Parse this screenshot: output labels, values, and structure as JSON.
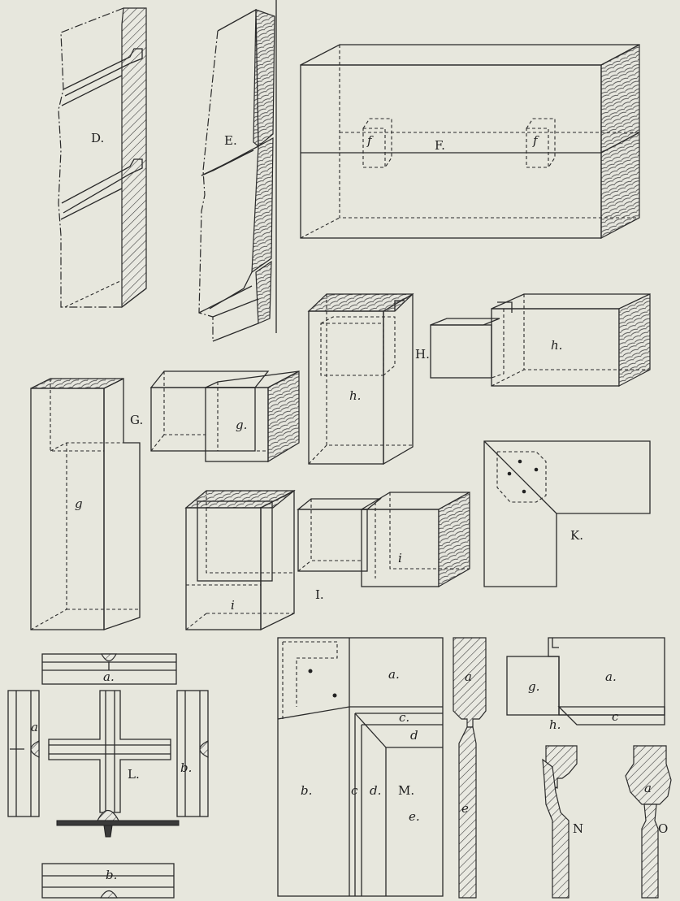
{
  "labels": {
    "D": "D.",
    "E": "E.",
    "F": "F.",
    "f1": "f",
    "f2": "f",
    "G": "G.",
    "g1": "g",
    "g2": "g.",
    "g3": "g.",
    "H": "H.",
    "h1": "h.",
    "h2": "h.",
    "h3": "h.",
    "I": "I.",
    "i1": "i",
    "i2": "i",
    "K": "K.",
    "L": "L.",
    "L_a_top": "a.",
    "L_a_left": "a",
    "L_b_right": "b.",
    "L_b_bottom": "b.",
    "M": "M.",
    "M_a": "a.",
    "M_b": "b.",
    "M_c1": "c.",
    "M_c2": "c",
    "M_d1": "d",
    "M_d2": "d.",
    "M_e1": "e.",
    "M_a_sec": "a",
    "M_e_sec": "e",
    "N": "N",
    "NO_a": "a.",
    "NO_c": "c",
    "O": "O",
    "O_a": "a"
  }
}
